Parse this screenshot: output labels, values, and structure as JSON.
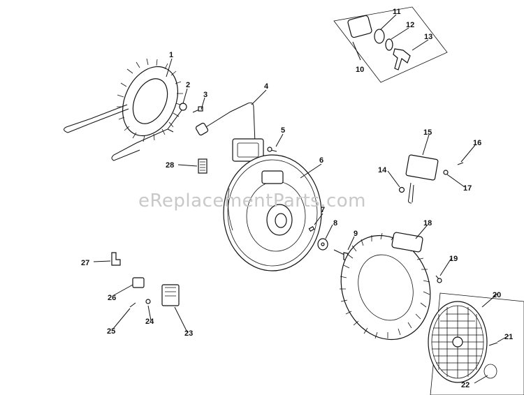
{
  "watermark": "eReplacementParts.com",
  "callouts": [
    {
      "id": "1",
      "text": "1"
    },
    {
      "id": "2",
      "text": "2"
    },
    {
      "id": "3",
      "text": "3"
    },
    {
      "id": "4",
      "text": "4"
    },
    {
      "id": "5",
      "text": "5"
    },
    {
      "id": "6",
      "text": "6"
    },
    {
      "id": "7",
      "text": "7"
    },
    {
      "id": "8",
      "text": "8"
    },
    {
      "id": "9",
      "text": "9"
    },
    {
      "id": "10",
      "text": "10"
    },
    {
      "id": "11",
      "text": "11"
    },
    {
      "id": "12",
      "text": "12"
    },
    {
      "id": "13",
      "text": "13"
    },
    {
      "id": "14",
      "text": "14"
    },
    {
      "id": "15",
      "text": "15"
    },
    {
      "id": "16",
      "text": "16"
    },
    {
      "id": "17",
      "text": "17"
    },
    {
      "id": "18",
      "text": "18"
    },
    {
      "id": "19",
      "text": "19"
    },
    {
      "id": "20",
      "text": "20"
    },
    {
      "id": "21",
      "text": "21"
    },
    {
      "id": "22",
      "text": "22"
    },
    {
      "id": "23",
      "text": "23"
    },
    {
      "id": "24",
      "text": "24"
    },
    {
      "id": "25",
      "text": "25"
    },
    {
      "id": "26",
      "text": "26"
    },
    {
      "id": "27",
      "text": "27"
    },
    {
      "id": "28",
      "text": "28"
    }
  ]
}
